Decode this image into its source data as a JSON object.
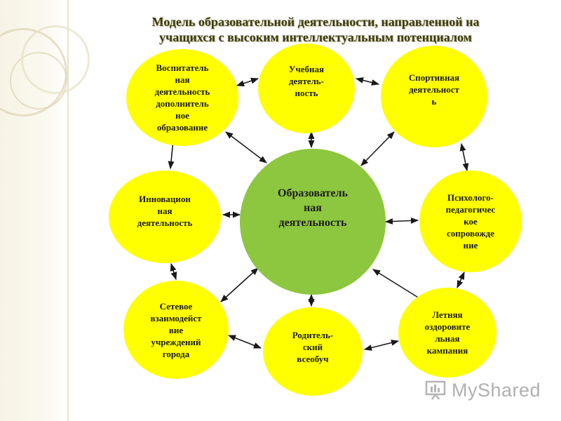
{
  "title": {
    "line1": "Модель образовательной деятельности, направленной на",
    "line2": "учащихся с высоким интеллектуальным потенциалом"
  },
  "nodes": {
    "center": "Образователь\nная\nдеятельность",
    "upbringing": "Воспитатель\nная\nдеятельность\nдополнитель\nное\nобразование",
    "study": "Учебная\nдеятель-\nность",
    "sport": "Спортивная\nдеятельност\nь",
    "innovation": "Инновацион\nная\nдеятельность",
    "psych": "Психолого-\nпедагогичес\nкое\nсопровожде\nние",
    "network": "Сетевое\nвзаимодейст\nвие\nучреждений\nгорода",
    "parents": "Родитель-\nский\nвсеобуч",
    "summer": "Летняя\nоздоровите\nльная\nкампания"
  },
  "colors": {
    "outer_circle": "#ffff00",
    "center_circle": "#8dc63f",
    "arrow": "#1a1a1a"
  },
  "logo": {
    "icon": "myshared-logo-icon",
    "text": "MyShared"
  }
}
